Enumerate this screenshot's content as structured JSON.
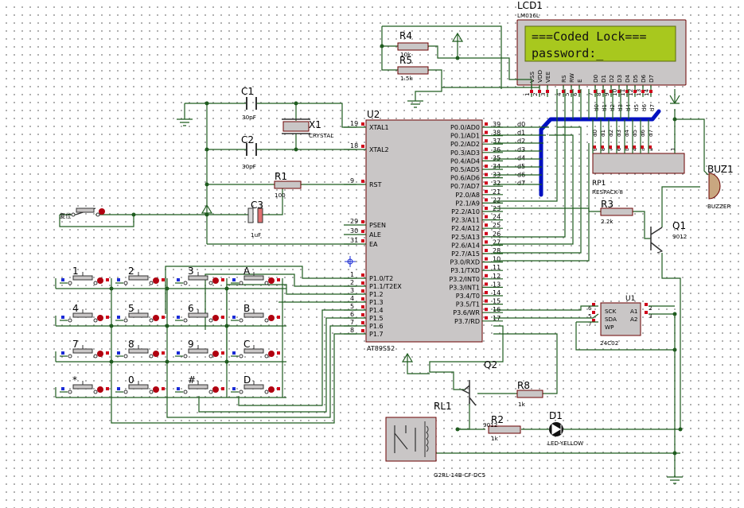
{
  "mcu": {
    "ref": "U2",
    "part": "AT89S52",
    "left_pins": [
      {
        "num": "19",
        "name": "XTAL1"
      },
      {
        "num": "18",
        "name": "XTAL2"
      },
      {
        "num": "9",
        "name": "RST"
      },
      {
        "num": "29",
        "name": "PSEN"
      },
      {
        "num": "30",
        "name": "ALE"
      },
      {
        "num": "31",
        "name": "EA"
      },
      {
        "num": "1",
        "name": "P1.0/T2"
      },
      {
        "num": "2",
        "name": "P1.1/T2EX"
      },
      {
        "num": "3",
        "name": "P1.2"
      },
      {
        "num": "4",
        "name": "P1.3"
      },
      {
        "num": "5",
        "name": "P1.4"
      },
      {
        "num": "6",
        "name": "P1.5"
      },
      {
        "num": "7",
        "name": "P1.6"
      },
      {
        "num": "8",
        "name": "P1.7"
      }
    ],
    "right_pins": [
      {
        "num": "39",
        "name": "P0.0/AD0"
      },
      {
        "num": "38",
        "name": "P0.1/AD1"
      },
      {
        "num": "37",
        "name": "P0.2/AD2"
      },
      {
        "num": "36",
        "name": "P0.3/AD3"
      },
      {
        "num": "35",
        "name": "P0.4/AD4"
      },
      {
        "num": "34",
        "name": "P0.5/AD5"
      },
      {
        "num": "33",
        "name": "P0.6/AD6"
      },
      {
        "num": "32",
        "name": "P0.7/AD7"
      },
      {
        "num": "21",
        "name": "P2.0/A8"
      },
      {
        "num": "22",
        "name": "P2.1/A9"
      },
      {
        "num": "23",
        "name": "P2.2/A10"
      },
      {
        "num": "24",
        "name": "P2.3/A11"
      },
      {
        "num": "25",
        "name": "P2.4/A12"
      },
      {
        "num": "26",
        "name": "P2.5/A13"
      },
      {
        "num": "27",
        "name": "P2.6/A14"
      },
      {
        "num": "28",
        "name": "P2.7/A15"
      },
      {
        "num": "10",
        "name": "P3.0/RXD"
      },
      {
        "num": "11",
        "name": "P3.1/TXD"
      },
      {
        "num": "12",
        "name": "P3.2/INT0"
      },
      {
        "num": "13",
        "name": "P3.3/INT1"
      },
      {
        "num": "14",
        "name": "P3.4/T0"
      },
      {
        "num": "15",
        "name": "P3.5/T1"
      },
      {
        "num": "16",
        "name": "P3.6/WR"
      },
      {
        "num": "17",
        "name": "P3.7/RD"
      }
    ],
    "bus_nets": [
      "d0",
      "d1",
      "d2",
      "d3",
      "d4",
      "d5",
      "d6",
      "d7"
    ]
  },
  "lcd": {
    "ref": "LCD1",
    "part": "LM016L",
    "line1": "===Coded Lock===",
    "line2": "password:_",
    "pin_labels": [
      "VSS",
      "VDD",
      "VEE",
      "RS",
      "RW",
      "E",
      "D0",
      "D1",
      "D2",
      "D3",
      "D4",
      "D5",
      "D6",
      "D7"
    ],
    "pin_numbers": [
      "1",
      "2",
      "3",
      "4",
      "5",
      "6",
      "7",
      "8",
      "9",
      "10",
      "11",
      "12",
      "13",
      "14"
    ]
  },
  "rpack": {
    "ref": "RP1",
    "part": "RESPACK-8",
    "pins": [
      "9",
      "8",
      "7",
      "6",
      "5",
      "4",
      "3",
      "2"
    ],
    "common_pin": "1",
    "nets": [
      "d0",
      "d1",
      "d2",
      "d3",
      "d4",
      "d5",
      "d6",
      "d7"
    ]
  },
  "eeprom": {
    "ref": "U1",
    "part": "24C02",
    "pins": [
      {
        "num": "6",
        "name": "SCK"
      },
      {
        "num": "5",
        "name": "SDA"
      },
      {
        "num": "7",
        "name": "WP"
      },
      {
        "num": "2",
        "name": "A1"
      },
      {
        "num": "3",
        "name": "A2"
      }
    ]
  },
  "components": {
    "c1": {
      "ref": "C1",
      "value": "30pF"
    },
    "c2": {
      "ref": "C2",
      "value": "30pF"
    },
    "c3": {
      "ref": "C3",
      "value": "1uF"
    },
    "x1": {
      "ref": "X1",
      "value": "CRYSTAL"
    },
    "r1": {
      "ref": "R1",
      "value": "100"
    },
    "r2": {
      "ref": "R2",
      "value": "1k"
    },
    "r3": {
      "ref": "R3",
      "value": "2.2k"
    },
    "r4": {
      "ref": "R4",
      "value": "10k"
    },
    "r5": {
      "ref": "R5",
      "value": "1.5k"
    },
    "r8": {
      "ref": "R8",
      "value": "1k"
    },
    "q1": {
      "ref": "Q1",
      "value": "9012"
    },
    "q2": {
      "ref": "Q2",
      "value": "9012"
    },
    "buz": {
      "ref": "BUZ1",
      "value": "BUZZER"
    },
    "d1": {
      "ref": "D1",
      "value": "LED-YELLOW"
    },
    "rl1": {
      "ref": "RL1",
      "value": "G2RL-14B-CF-DC5"
    },
    "reset_switch": {
      "label": "复位"
    }
  },
  "keypad": {
    "keys": [
      "1",
      "2",
      "3",
      "A",
      "4",
      "5",
      "6",
      "B",
      "7",
      "8",
      "9",
      "C",
      "*",
      "0",
      "#",
      "D"
    ]
  },
  "colors": {
    "wire": "#1f5c1f",
    "bus": "#0010c0",
    "lcd_screen": "#a8c81e",
    "component_body": "#c9c6c6",
    "pin_marker_red": "#d0001a",
    "pin_marker_blue": "#1a2bd6",
    "led": "#111111"
  }
}
